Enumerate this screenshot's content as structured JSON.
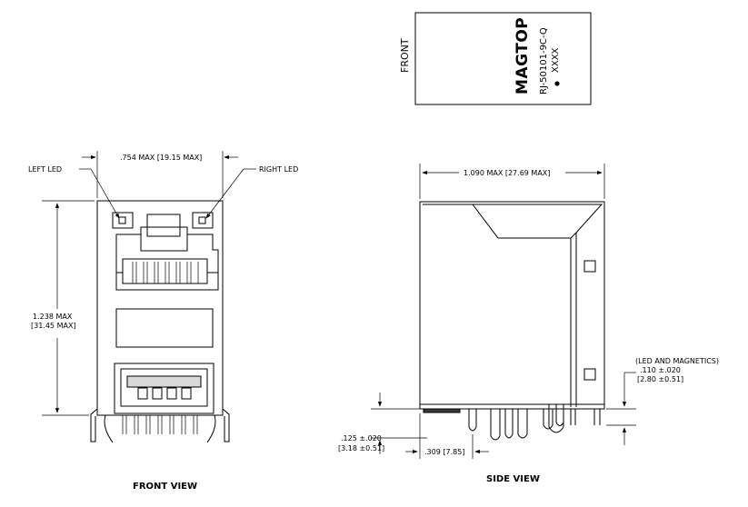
{
  "label_box": {
    "front_text": "FRONT",
    "brand_logo": "MagTop",
    "part_number": "RJ-50101-9C-Q",
    "date_code": "XXXX"
  },
  "front_view": {
    "title": "FRONT VIEW",
    "left_led_label": "LEFT LED",
    "right_led_label": "RIGHT LED",
    "width_dim": ".754 MAX [19.15 MAX]",
    "height_dim_line1": "1.238 MAX",
    "height_dim_line2": "[31.45 MAX]"
  },
  "side_view": {
    "title": "SIDE VIEW",
    "depth_dim": "1.090 MAX [27.69 MAX]",
    "offset_dim": ".309 [7.85]",
    "standoff_dim_line1": ".125 ±.020",
    "standoff_dim_line2": "[3.18 ±0.51]",
    "pin_note": "(LED AND MAGNETICS)",
    "pin_dim_line1": ".110 ±.020",
    "pin_dim_line2": "[2.80 ±0.51]"
  }
}
